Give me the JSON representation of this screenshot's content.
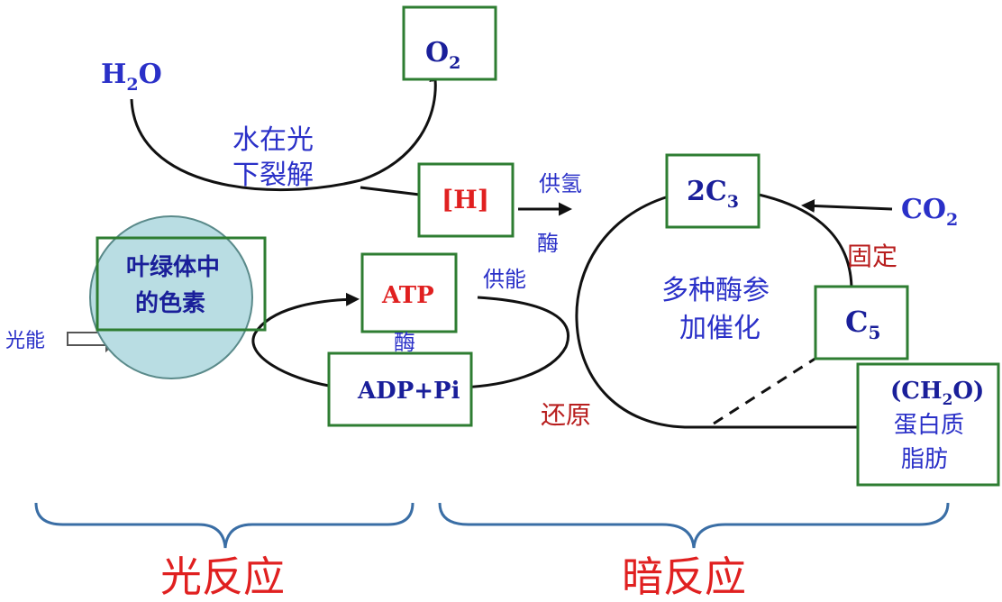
{
  "nodes": {
    "h2o": {
      "main": "H",
      "sub": "2",
      "tail": "O"
    },
    "o2": {
      "main": "O",
      "sub": "2"
    },
    "water_split": {
      "line1": "水在光",
      "line2": "下裂解"
    },
    "h": {
      "label": "[H]"
    },
    "gong_qing": {
      "label": "供氢"
    },
    "mei_top": {
      "label": "酶"
    },
    "gong_neng": {
      "label": "供能"
    },
    "chlorophyll": {
      "line1": "叶绿体中",
      "line2": "的色素"
    },
    "light_energy": {
      "label": "光能"
    },
    "atp": {
      "label": "ATP"
    },
    "mei_mid": {
      "label": "酶"
    },
    "adp": {
      "label": "ADP+Pi"
    },
    "c3": {
      "main": "2C",
      "sub": "3"
    },
    "co2": {
      "main": "CO",
      "sub": "2"
    },
    "fixation": {
      "label": "固定"
    },
    "enzymes": {
      "line1": "多种酶参",
      "line2": "加催化"
    },
    "c5": {
      "main": "C",
      "sub": "5"
    },
    "reduction": {
      "label": "还原"
    },
    "products": {
      "l1_open": "(CH",
      "l1_sub": "2",
      "l1_close": "O)",
      "line2": "蛋白质",
      "line3": "脂肪"
    }
  },
  "phases": {
    "light": {
      "label": "光反应"
    },
    "dark": {
      "label": "暗反应"
    }
  },
  "colors": {
    "text_blue": "#2a30c8",
    "text_red": "#e02020",
    "text_dark_red": "#b81e1e",
    "box_green": "#2e7d32",
    "circle_fill": "#b9dde3",
    "brace_blue": "#3a6ea5"
  }
}
